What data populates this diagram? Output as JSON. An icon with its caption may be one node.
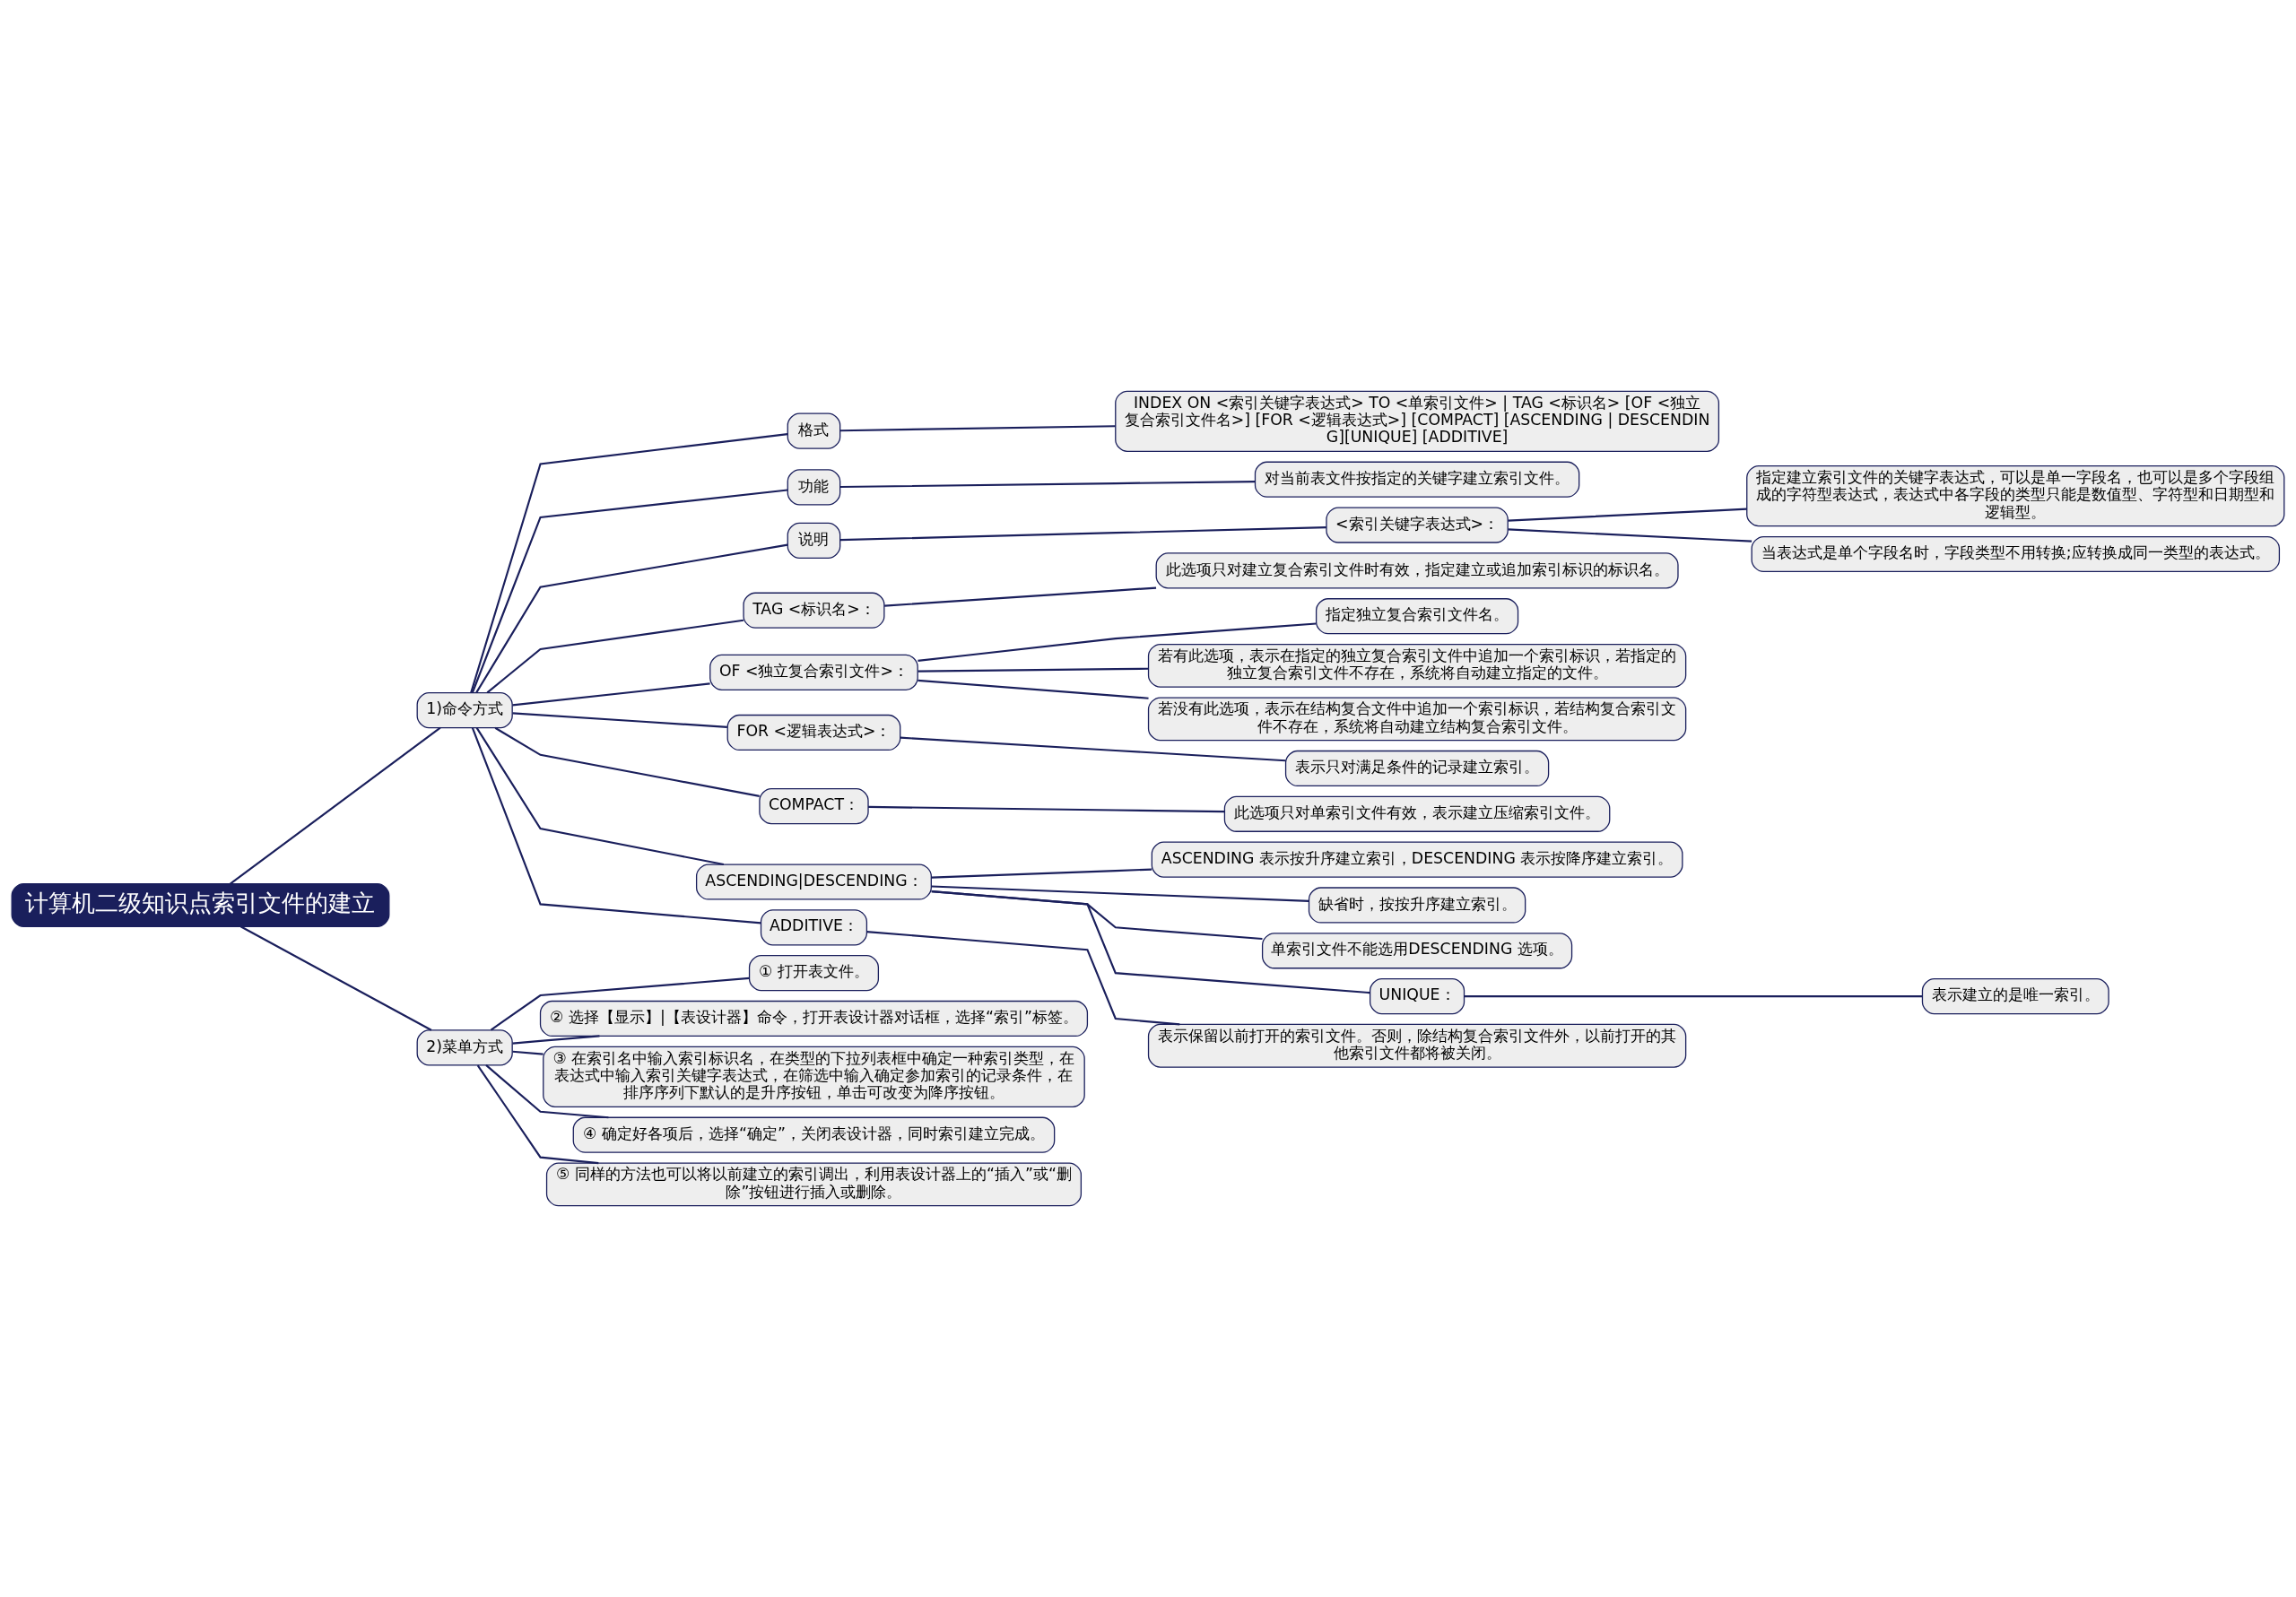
{
  "diagram": {
    "nodes": [
      {
        "text": [
          "计算机二级知识点索引文件的建立"
        ]
      },
      {
        "text": [
          "1)命令方式"
        ]
      },
      {
        "text": [
          "格式"
        ]
      },
      {
        "text": [
          "INDEX ON <索引关键字表达式> TO <单索引文件> | TAG <标识名> [OF <独立复合索引文件名>] [FOR <逻辑表达式>] [COMPACT] [ASCENDING | DESCENDING][UNIQUE] [ADDITIVE]"
        ]
      },
      {
        "text": [
          "功能"
        ]
      },
      {
        "text": [
          "对当前表文件按指定的关键字建立索引文件。"
        ]
      },
      {
        "text": [
          "说明"
        ]
      },
      {
        "text": [
          "<索引关键字表达式>："
        ]
      },
      {
        "text": [
          "指定建立索引文件的关键字表达式，可以是单一字段名，也可以是多个字段组成的字符型表达式，表达式中各字段的类型只能是数值型、字符型和日期型和逻辑型。"
        ]
      },
      {
        "text": [
          "当表达式是单个字段名时，字段类型不用转换;应转换成同一类型的表达式。"
        ]
      },
      {
        "text": [
          "TAG <标识名>："
        ]
      },
      {
        "text": [
          "此选项只对建立复合索引文件时有效，指定建立或追加索引标识的标识名。"
        ]
      },
      {
        "text": [
          "OF <独立复合索引文件>："
        ]
      },
      {
        "text": [
          "指定独立复合索引文件名。"
        ]
      },
      {
        "text": [
          "若有此选项，表示在指定的独立复合索引文件中追加一个索引标识，若指定的独立复合索引文件不存在，系统将自动建立指定的文件。"
        ]
      },
      {
        "text": [
          "若没有此选项，表示在结构复合文件中追加一个索引标识，若结构复合索引文件不存在，系统将自动建立结构复合索引文件。"
        ]
      },
      {
        "text": [
          "FOR <逻辑表达式>："
        ]
      },
      {
        "text": [
          "表示只对满足条件的记录建立索引。"
        ]
      },
      {
        "text": [
          "COMPACT："
        ]
      },
      {
        "text": [
          "此选项只对单索引文件有效，表示建立压缩索引文件。"
        ]
      },
      {
        "text": [
          "ASCENDING|DESCENDING："
        ]
      },
      {
        "text": [
          "ASCENDING 表示按升序建立索引，DESCENDING 表示按降序建立索引。"
        ]
      },
      {
        "text": [
          "缺省时，按按升序建立索引。"
        ]
      },
      {
        "text": [
          "单索引文件不能选用DESCENDING 选项。"
        ]
      },
      {
        "text": [
          "UNIQUE："
        ]
      },
      {
        "text": [
          "表示建立的是唯一索引。"
        ]
      },
      {
        "text": [
          "ADDITIVE："
        ]
      },
      {
        "text": [
          "表示保留以前打开的索引文件。否则，除结构复合索引文件外，以前打开的其他索引文件都将被关闭。"
        ]
      },
      {
        "text": [
          "2)菜单方式"
        ]
      },
      {
        "text": [
          "① 打开表文件。"
        ]
      },
      {
        "text": [
          "② 选择【显示】|【表设计器】命令，打开表设计器对话框，选择“索引”标签。"
        ]
      },
      {
        "text": [
          "③ 在索引名中输入索引标识名，在类型的下拉列表框中确定一种索引类型，在表达式中输入索引关键字表达式，在筛选中输入确定参加索引的记录条件，在排序序列下默认的是升序按钮，单击可改变为降序按钮。"
        ]
      },
      {
        "text": [
          "④ 确定好各项后，选择“确定”，关闭表设计器，同时索引建立完成。"
        ]
      },
      {
        "text": [
          "⑤ 同样的方法也可以将以前建立的索引调出，利用表设计器上的“插入”或“删除”按钮进行插入或删除。"
        ]
      }
    ],
    "edges": [
      {
        "from": 0,
        "to": 1,
        "arrow": "none"
      },
      {
        "from": 1,
        "to": 2,
        "arrow": "none"
      },
      {
        "from": 2,
        "to": 3,
        "arrow": "none"
      },
      {
        "from": 1,
        "to": 4,
        "arrow": "none"
      },
      {
        "from": 4,
        "to": 5,
        "arrow": "none"
      },
      {
        "from": 1,
        "to": 6,
        "arrow": "none"
      },
      {
        "from": 6,
        "to": 7,
        "arrow": "none"
      },
      {
        "from": 7,
        "to": 8,
        "arrow": "none"
      },
      {
        "from": 7,
        "to": 9,
        "arrow": "none"
      },
      {
        "from": 1,
        "to": 10,
        "arrow": "none"
      },
      {
        "from": 10,
        "to": 11,
        "arrow": "none"
      },
      {
        "from": 1,
        "to": 12,
        "arrow": "none"
      },
      {
        "from": 12,
        "to": 13,
        "arrow": "none"
      },
      {
        "from": 12,
        "to": 14,
        "arrow": "none"
      },
      {
        "from": 12,
        "to": 15,
        "arrow": "none"
      },
      {
        "from": 1,
        "to": 16,
        "arrow": "none"
      },
      {
        "from": 16,
        "to": 17,
        "arrow": "none"
      },
      {
        "from": 1,
        "to": 18,
        "arrow": "none"
      },
      {
        "from": 18,
        "to": 19,
        "arrow": "none"
      },
      {
        "from": 1,
        "to": 20,
        "arrow": "none"
      },
      {
        "from": 20,
        "to": 21,
        "arrow": "none"
      },
      {
        "from": 20,
        "to": 22,
        "arrow": "none"
      },
      {
        "from": 20,
        "to": 23,
        "arrow": "none"
      },
      {
        "from": 20,
        "to": 24,
        "arrow": "none"
      },
      {
        "from": 24,
        "to": 25,
        "arrow": "none"
      },
      {
        "from": 1,
        "to": 26,
        "arrow": "none"
      },
      {
        "from": 26,
        "to": 27,
        "arrow": "none"
      },
      {
        "from": 0,
        "to": 28,
        "arrow": "none"
      },
      {
        "from": 28,
        "to": 29,
        "arrow": "none"
      },
      {
        "from": 28,
        "to": 30,
        "arrow": "none"
      },
      {
        "from": 28,
        "to": 31,
        "arrow": "none"
      },
      {
        "from": 28,
        "to": 32,
        "arrow": "none"
      },
      {
        "from": 28,
        "to": 33,
        "arrow": "none"
      }
    ]
  }
}
